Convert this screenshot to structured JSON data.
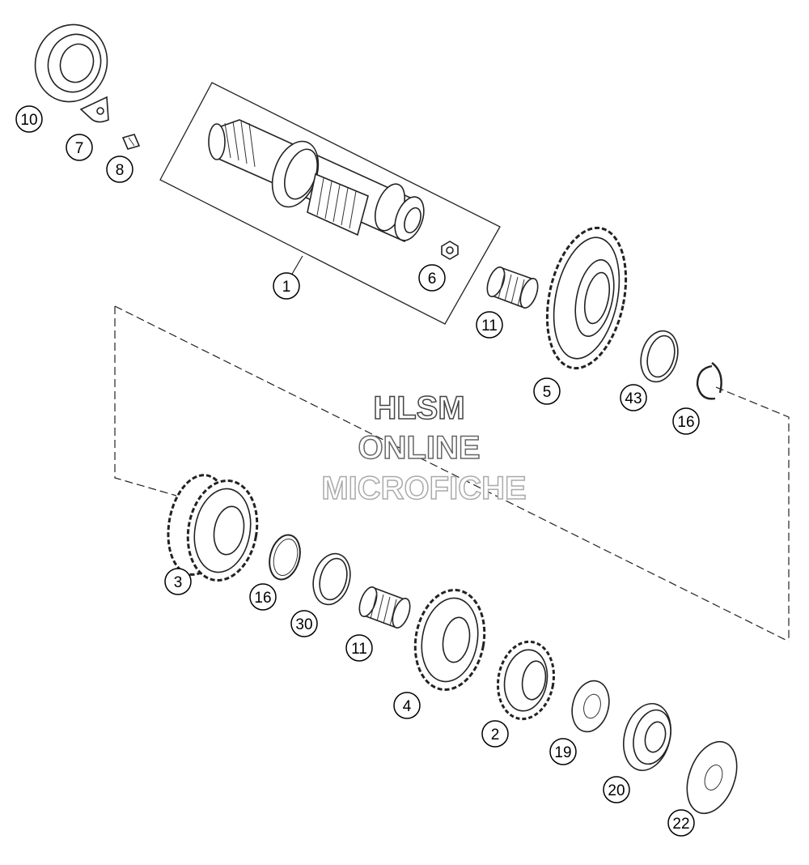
{
  "callouts": {
    "c1": "1",
    "c2": "2",
    "c3": "3",
    "c4": "4",
    "c5": "5",
    "c6": "6",
    "c7": "7",
    "c8": "8",
    "c10": "10",
    "c11a": "11",
    "c11b": "11",
    "c16a": "16",
    "c16b": "16",
    "c19": "19",
    "c20": "20",
    "c22": "22",
    "c30": "30",
    "c43": "43"
  },
  "watermark": {
    "line1": "HLSM",
    "line2": "ONLINE",
    "line3": "MICROFICHE"
  },
  "colors": {
    "line": "#222222",
    "watermark_stroke_1": "#444444",
    "watermark_stroke_2": "#666666",
    "watermark_stroke_3": "#aaaaaa"
  }
}
